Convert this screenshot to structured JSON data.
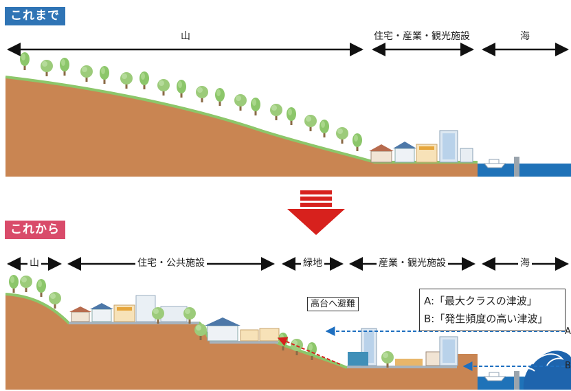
{
  "before": {
    "tag": "これまで",
    "zones": {
      "mountain": "山",
      "residential_industry": "住宅・産業・観光施設",
      "sea": "海"
    }
  },
  "after": {
    "tag": "これから",
    "zones": {
      "mountain": "山",
      "residential_public": "住宅・公共施設",
      "green": "緑地",
      "industry_tourism": "産業・観光施設",
      "sea": "海"
    },
    "evacuation_label": "高台へ避難",
    "legend": {
      "a": "A:「最大クラスの津波」",
      "b": "B:「発生頻度の高い津波」"
    },
    "wave_letters": {
      "a": "A",
      "b": "B"
    }
  },
  "colors": {
    "before_tag": "#2f74b5",
    "after_tag": "#d94b6a",
    "earth": "#c98552",
    "sea": "#1f72b8",
    "tree": "#8cc66a",
    "arrow": "#d7211d",
    "tsunami_arrow": "#1e6fc0",
    "evacuation_arrow": "#d7211d"
  }
}
